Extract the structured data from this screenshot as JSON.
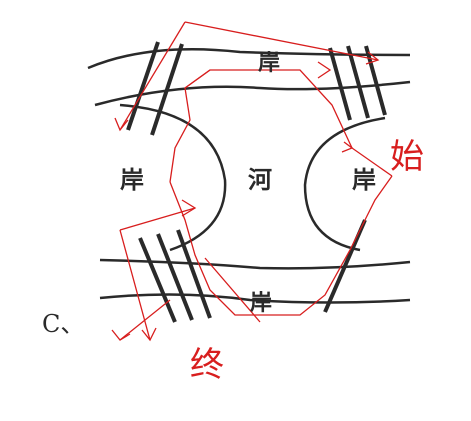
{
  "option_label": "C、",
  "bank_top": "岸",
  "bank_left": "岸",
  "bank_right": "岸",
  "bank_bottom": "岸",
  "river": "河",
  "start": "始",
  "end": "终",
  "colors": {
    "ink": "#2a2a2a",
    "route": "#d81e1e"
  }
}
